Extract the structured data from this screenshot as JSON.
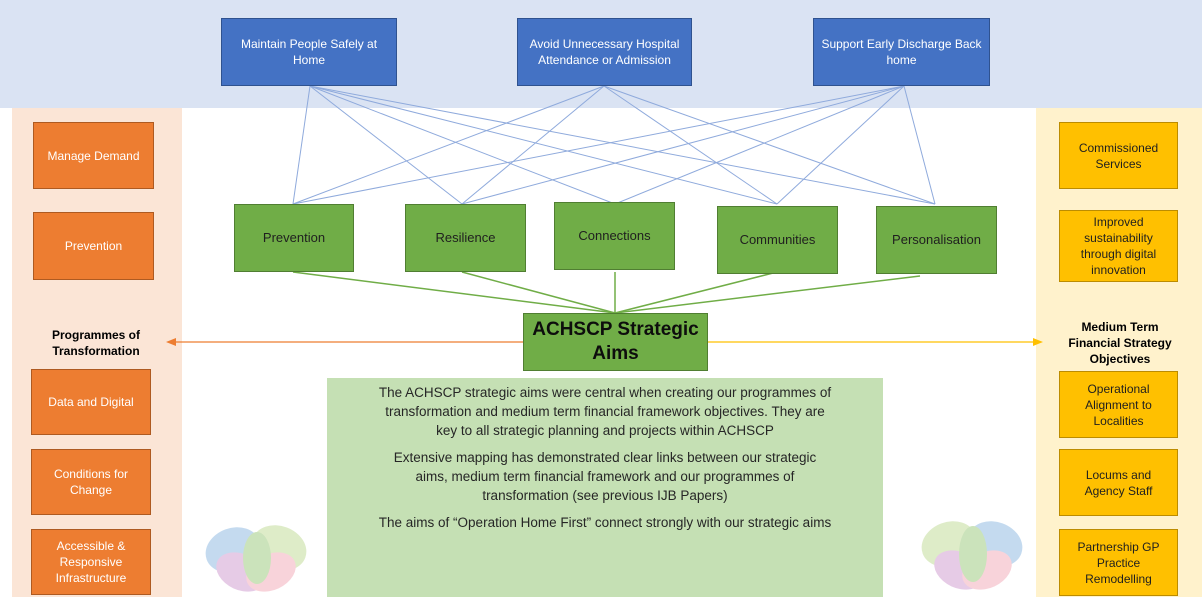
{
  "top_boxes": [
    {
      "label": "Maintain People Safely at Home"
    },
    {
      "label": "Avoid Unnecessary Hospital Attendance or Admission"
    },
    {
      "label": "Support  Early Discharge Back home"
    }
  ],
  "principles": [
    {
      "label": "Prevention"
    },
    {
      "label": "Resilience"
    },
    {
      "label": "Connections"
    },
    {
      "label": "Communities"
    },
    {
      "label": "Personalisation"
    }
  ],
  "center": {
    "title": "ACHSCP Strategic Aims"
  },
  "left": {
    "heading": "Programmes of Transformation",
    "items": [
      {
        "label": "Manage Demand"
      },
      {
        "label": "Prevention"
      },
      {
        "label": "Data and Digital"
      },
      {
        "label": "Conditions for Change"
      },
      {
        "label": "Accessible & Responsive Infrastructure"
      }
    ]
  },
  "right": {
    "heading": "Medium Term Financial Strategy Objectives",
    "items": [
      {
        "label": "Commissioned Services"
      },
      {
        "label": "Improved sustainability through digital innovation"
      },
      {
        "label": "Operational Alignment to Localities"
      },
      {
        "label": "Locums and Agency Staff"
      },
      {
        "label": "Partnership GP Practice Remodelling"
      }
    ]
  },
  "panel": {
    "paragraphs": [
      "The ACHSCP strategic aims were central when creating our programmes of transformation and medium term financial framework objectives. They are key to all strategic planning and projects within ACHSCP",
      "Extensive mapping has demonstrated clear links between our strategic aims, medium term financial framework and our programmes of transformation (see previous IJB Papers)",
      "The aims of “Operation Home First” connect strongly with our strategic aims"
    ]
  },
  "colors": {
    "blue": "#4472c4",
    "green": "#70ad47",
    "orange": "#ed7d31",
    "gold": "#ffc000",
    "panel": "#c5e0b4"
  }
}
